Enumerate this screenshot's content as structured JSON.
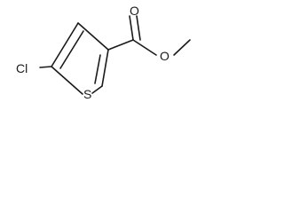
{
  "molecule": {
    "atoms": {
      "chlorine": "Cl",
      "sulfur": "S",
      "carbonyl_oxygen": "O",
      "ester_oxygen": "O"
    }
  }
}
